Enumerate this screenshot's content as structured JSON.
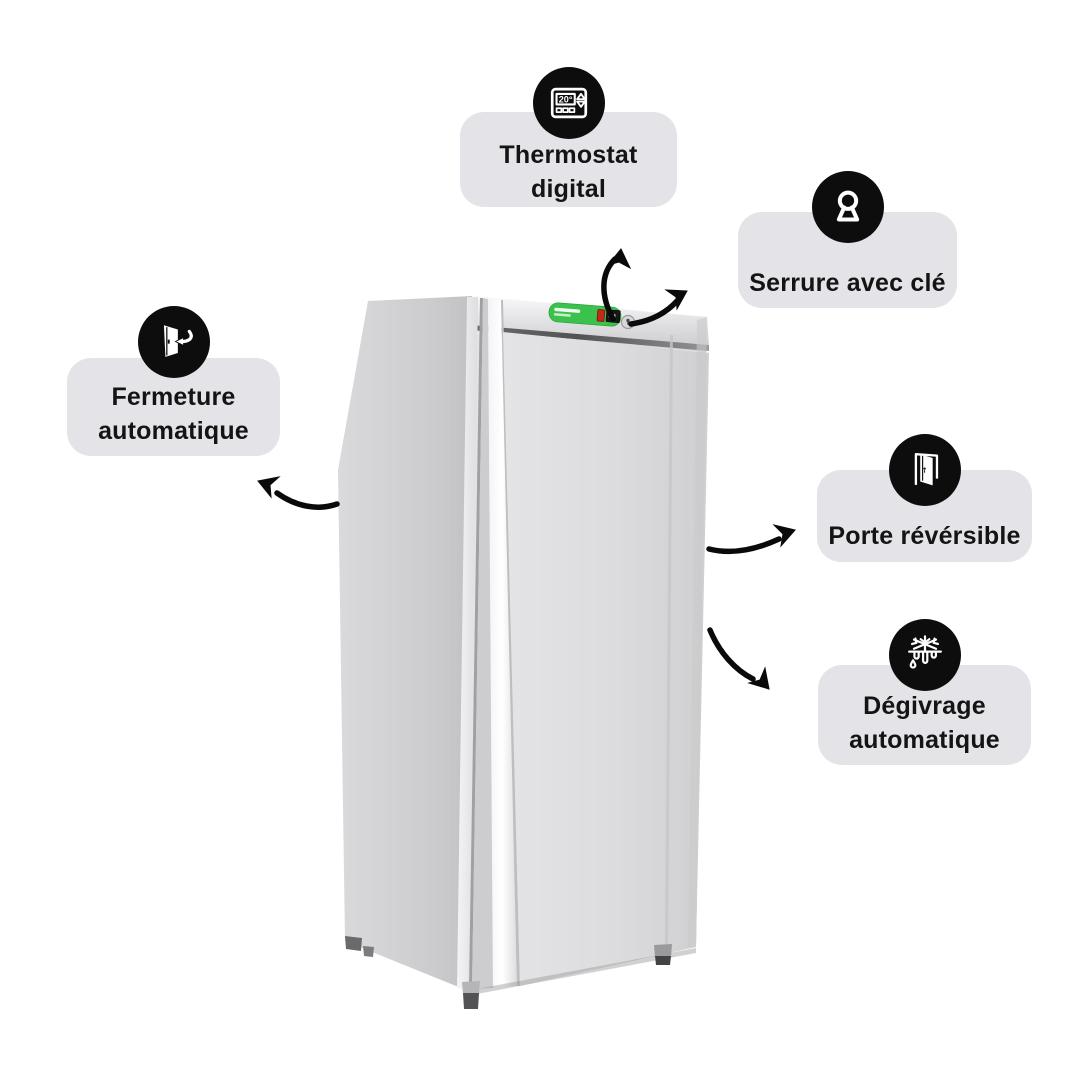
{
  "features": [
    {
      "id": "thermostat-digital",
      "lines": [
        "Thermostat",
        "digital"
      ],
      "icon": "thermostat-icon",
      "icon_value": "20°"
    },
    {
      "id": "serrure-avec-cle",
      "lines": [
        "Serrure avec clé"
      ],
      "icon": "keyhole-icon"
    },
    {
      "id": "fermeture-automatique",
      "lines": [
        "Fermeture",
        "automatique"
      ],
      "icon": "door-closing-icon"
    },
    {
      "id": "porte-reversible",
      "lines": [
        "Porte révérsible"
      ],
      "icon": "door-open-icon"
    },
    {
      "id": "degivrage-automatique",
      "lines": [
        "Dégivrage",
        "automatique"
      ],
      "icon": "defrost-melting-icon"
    }
  ],
  "arrows": [
    {
      "name": "arrow-to-thermostat",
      "direction": "up"
    },
    {
      "name": "arrow-to-serrure",
      "direction": "up-right"
    },
    {
      "name": "arrow-to-fermeture",
      "direction": "up-left"
    },
    {
      "name": "arrow-to-porte",
      "direction": "up-right"
    },
    {
      "name": "arrow-to-degivrage",
      "direction": "down-right"
    }
  ],
  "colors": {
    "background": "#ffffff",
    "callout_background": "#e4e4e8",
    "icon_circle": "#0d0d0d",
    "icon_glyph": "#ffffff",
    "label_text": "#141414",
    "arrow": "#0a0a0a",
    "fridge_side": "#cdcdcf",
    "fridge_door": "#dcdcde",
    "fridge_top_band": "#e9e9eb",
    "control_panel_green": "#3cc24c",
    "control_panel_switch_red": "#c5271c",
    "control_panel_display": "#17171a"
  }
}
